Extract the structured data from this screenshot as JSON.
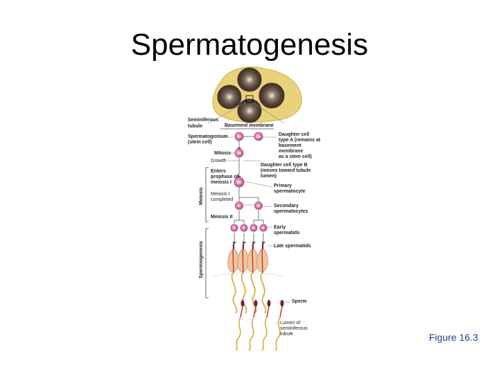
{
  "title": "Spermatogenesis",
  "figure_label": "Figure 16.3",
  "labels": {
    "seminiferous_tubule": [
      "Seminiferous",
      "tubule"
    ],
    "basement_membrane": "Basement membrane",
    "spermatogonium": [
      "Spermatogonium",
      "(stem cell)"
    ],
    "daughter_a": [
      "Daughter cell",
      "type A (remains at",
      "basement",
      "membrane",
      "as a stem cell)"
    ],
    "mitosis": "Mitosis",
    "growth": "Growth",
    "daughter_b": [
      "Daughter cell type B",
      "(moves toward tubule",
      "lumen)"
    ],
    "enters_meiosis": [
      "Enters",
      "prophase of",
      "meiosis I"
    ],
    "primary_spermatocyte": [
      "Primary",
      "spermatocyte"
    ],
    "meiosis_i_completed": [
      "Meiosis I",
      "completed"
    ],
    "secondary_spermatocytes": [
      "Secondary",
      "spermatocytes"
    ],
    "meiosis_ii": "Meiosis II",
    "early_spermatids": [
      "Early",
      "spermatids"
    ],
    "late_spermatids": "Late spermatids",
    "sperm": "Sperm",
    "lumen": [
      "Lumen of",
      "seminiferous",
      "tubule"
    ]
  },
  "side_labels": {
    "meiosis": "Meiosis",
    "spermiogenesis": "Spermiogenesis"
  },
  "cell_labels": {
    "diploid": "2n",
    "haploid": "n"
  },
  "colors": {
    "tissue_yellow": "#e9d27a",
    "tubule_dark": "#5e4c40",
    "cell_pink": "#d36aa3",
    "tail_yellow": "#d8b552",
    "figure_label_blue": "#1f3f8f"
  }
}
